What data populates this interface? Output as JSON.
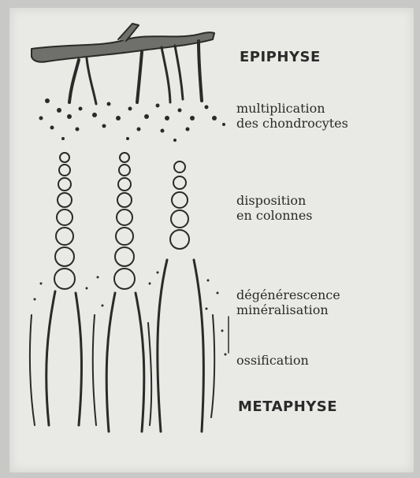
{
  "labels": {
    "epiphyse": "EPIPHYSE",
    "multiplication": {
      "line1": "multiplication",
      "line2": "des chondrocytes"
    },
    "colonnes": {
      "line1": "disposition",
      "line2": "en colonnes"
    },
    "degenerescence": {
      "line1": "dégénérescence",
      "line2": "minéralisation"
    },
    "ossification": "ossification",
    "metaphyse": "METAPHYSE"
  },
  "colors": {
    "background": "#c8c8c6",
    "paper": "#e9e9e6",
    "ink": "#2a2a2a"
  }
}
